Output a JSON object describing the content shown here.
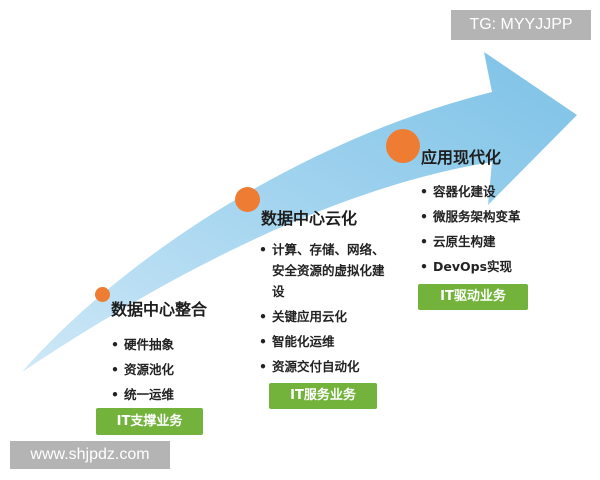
{
  "stages": [
    {
      "title": "数据中心整合",
      "items": [
        "硬件抽象",
        "资源池化",
        "统一运维"
      ],
      "badge": "IT支撑业务"
    },
    {
      "title": "数据中心云化",
      "items": [
        "计算、存储、网络、安全资源的虚拟化建设",
        "关键应用云化",
        "智能化运维",
        "资源交付自动化"
      ],
      "badge": "IT服务业务"
    },
    {
      "title": "应用现代化",
      "items": [
        "容器化建设",
        "微服务架构变革",
        "云原生构建",
        "DevOps实现"
      ],
      "badge": "IT驱动业务"
    }
  ],
  "watermarks": {
    "tg": "TG: MYYJJPP",
    "site": "www.shjpdz.com"
  },
  "colors": {
    "arrow": "#8fc9e8",
    "dot": "#ee7d33",
    "badge": "#73b33c"
  }
}
